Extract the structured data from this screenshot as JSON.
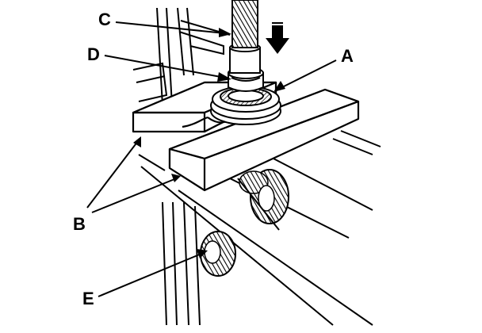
{
  "diagram": {
    "callouts": {
      "a": "A",
      "b": "B",
      "c": "C",
      "d": "D",
      "e": "E"
    },
    "press_direction": "down",
    "icons": {
      "press_arrow": "down-arrow-icon"
    },
    "colors": {
      "ink": "#000000",
      "paper": "#ffffff",
      "shade": "#9a9a9a"
    }
  }
}
